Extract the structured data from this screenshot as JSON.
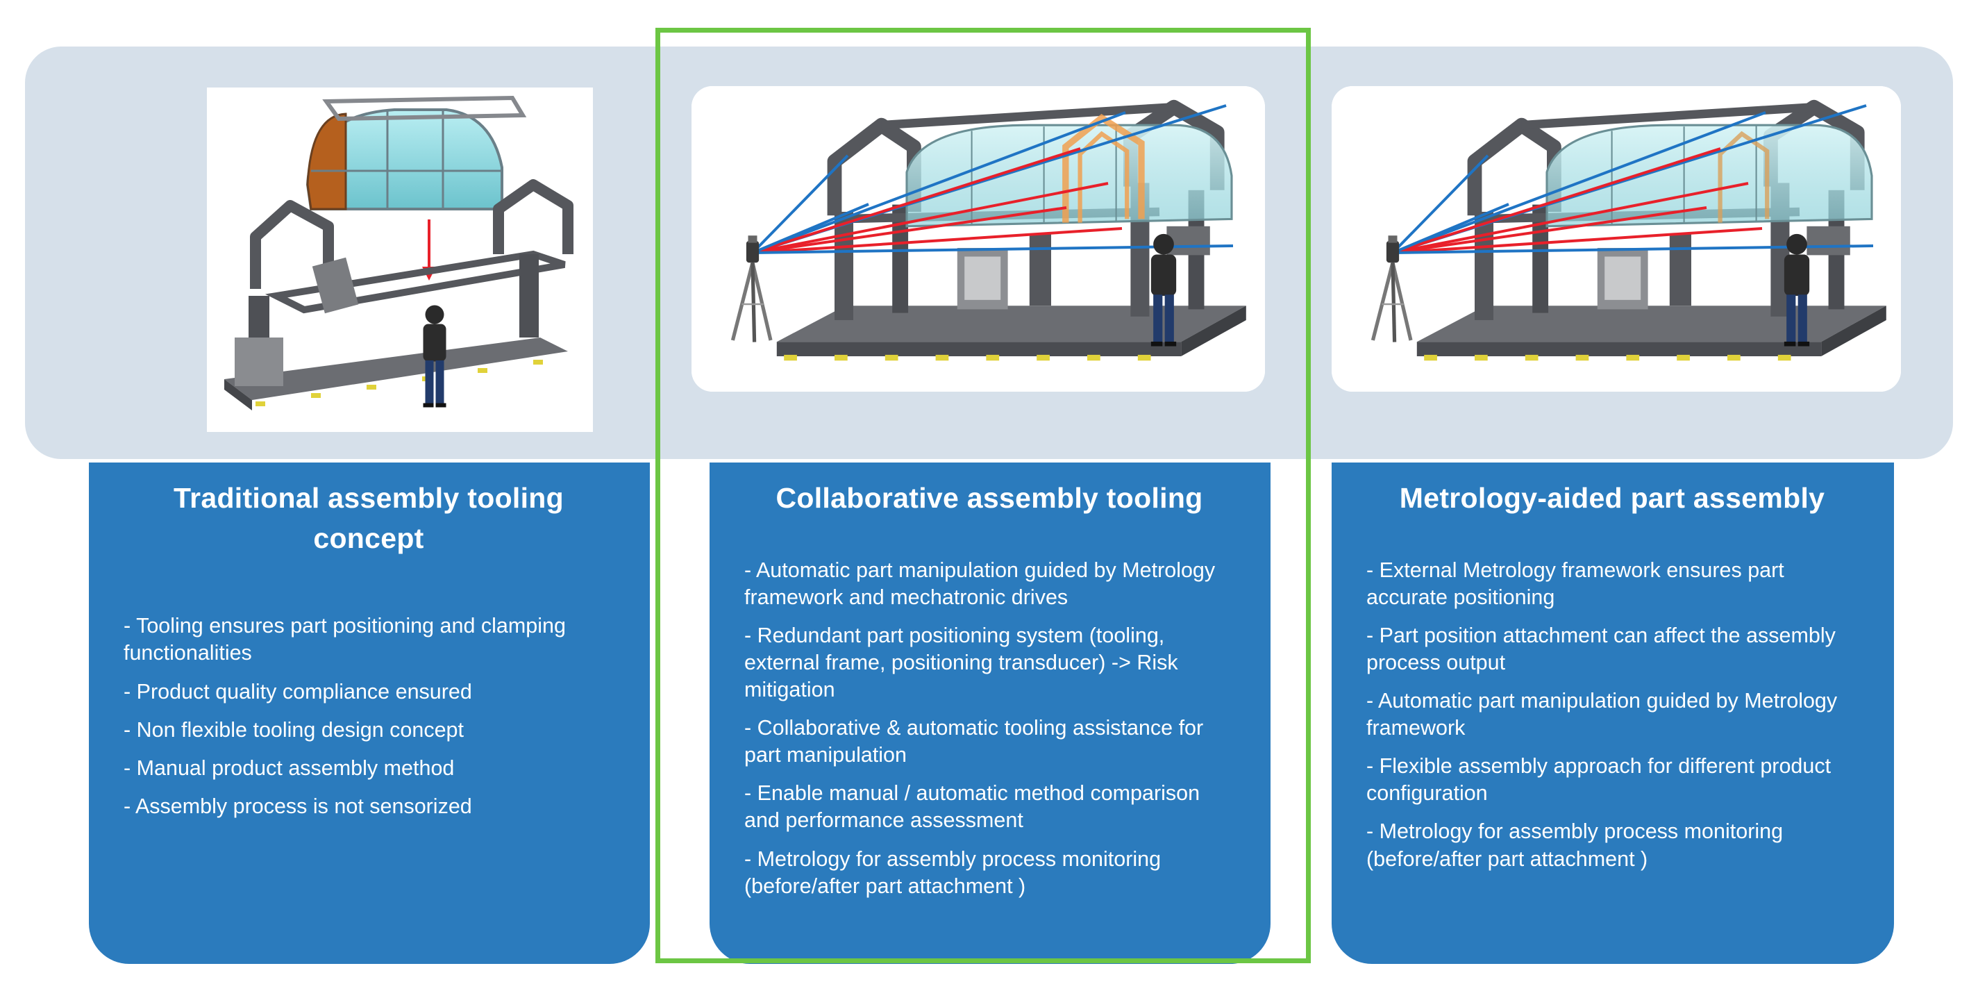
{
  "panels": [
    {
      "title": "Traditional assembly tooling concept",
      "bullets": [
        "- Tooling ensures part positioning and clamping functionalities",
        "- Product quality compliance ensured",
        "- Non flexible tooling design concept",
        "- Manual product assembly method",
        "- Assembly process is not sensorized"
      ]
    },
    {
      "title": "Collaborative assembly tooling",
      "bullets": [
        "- Automatic part manipulation guided by Metrology framework and mechatronic drives",
        "- Redundant part positioning system (tooling, external frame, positioning transducer) -> Risk mitigation",
        "- Collaborative & automatic tooling assistance for part manipulation",
        "- Enable manual / automatic method comparison and performance assessment",
        "- Metrology for assembly process monitoring (before/after part attachment )"
      ]
    },
    {
      "title": "Metrology-aided part assembly",
      "bullets": [
        "- External Metrology framework ensures part accurate positioning",
        "- Part position attachment can affect the assembly process output",
        "- Automatic part manipulation guided by Metrology framework",
        "- Flexible assembly approach for different product configuration",
        "- Metrology for assembly process monitoring (before/after part attachment )"
      ]
    }
  ],
  "colors": {
    "band": "#d6e0ea",
    "card": "#2b7bbd",
    "highlight": "#6cc644",
    "laser_red": "#e8202a",
    "laser_blue": "#1f74c4",
    "frame": "#4d4f55",
    "fuselage": "#7fd0d8"
  },
  "icons": [
    "tooling-frame-illustration",
    "laser-tracker-illustration",
    "operator-figure-illustration"
  ]
}
